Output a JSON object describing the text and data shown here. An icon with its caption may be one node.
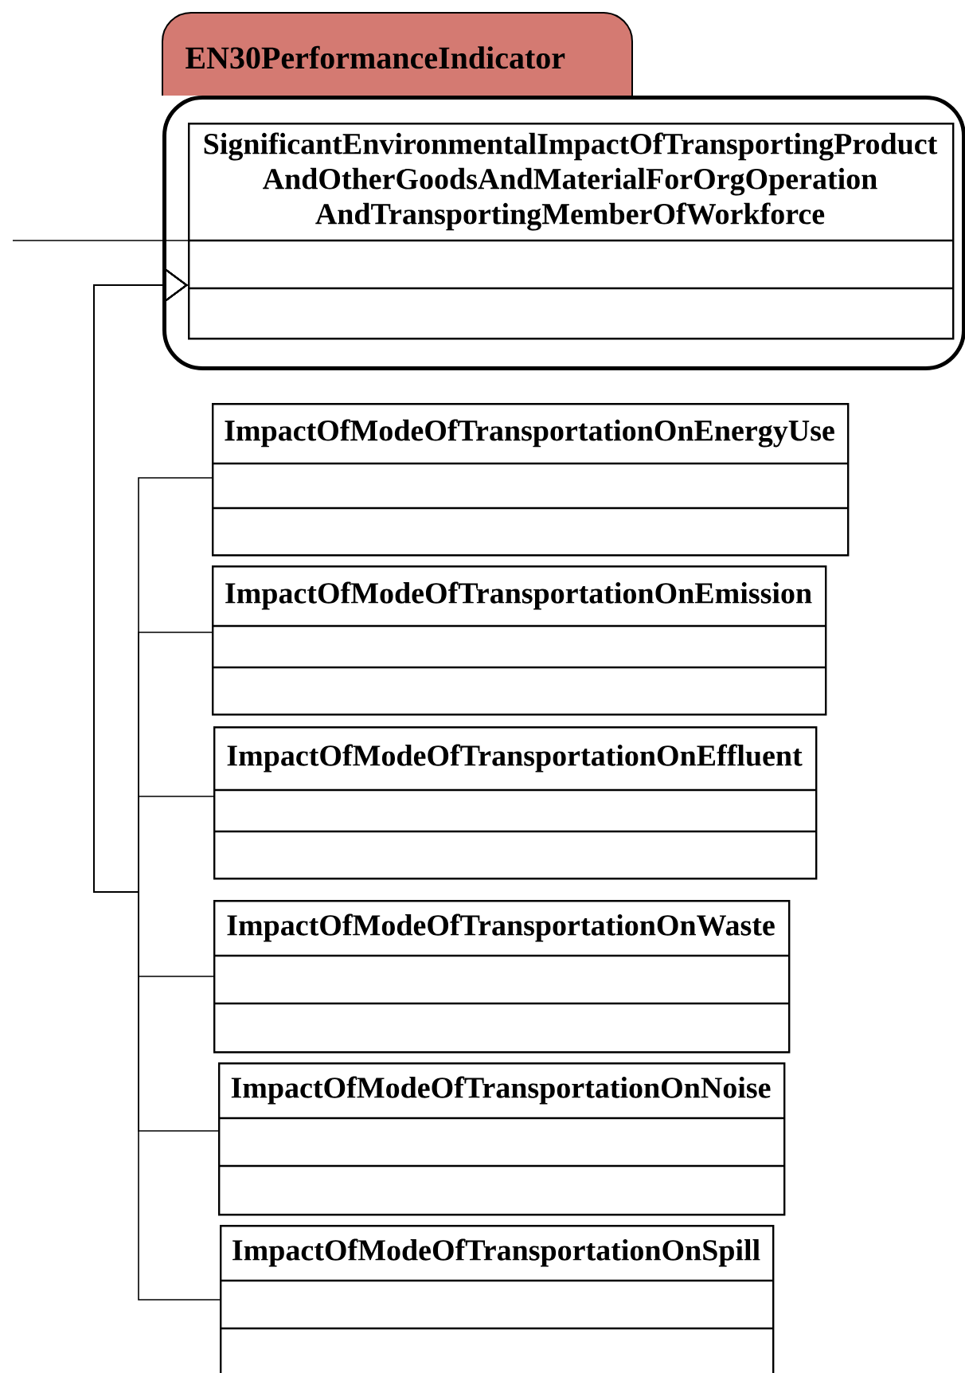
{
  "diagram": {
    "nodes": [
      {
        "text": [
          "EN30PerformanceIndicator"
        ]
      },
      {
        "text": [
          "SignificantEnvironmentalImpactOfTransportingProduct AndOtherGoodsAndMaterialForOrgOperation AndTransportingMemberOfWorkforce"
        ],
        "in": 0
      },
      {
        "text": [
          "ImpactOfModeOfTransportationOnEnergyUse"
        ]
      },
      {
        "text": [
          "ImpactOfModeOfTransportationOnEmission"
        ]
      },
      {
        "text": [
          "ImpactOfModeOfTransportationOnEffluent"
        ]
      },
      {
        "text": [
          "ImpactOfModeOfTransportationOnWaste"
        ]
      },
      {
        "text": [
          "ImpactOfModeOfTransportationOnNoise"
        ]
      },
      {
        "text": [
          "ImpactOfModeOfTransportationOnSpill"
        ]
      }
    ],
    "edges": [
      {
        "from": null,
        "to": 1,
        "arrow": "none"
      },
      {
        "from": 2,
        "to": 1,
        "arrow": "to"
      },
      {
        "from": 3,
        "to": 1,
        "arrow": "to"
      },
      {
        "from": 4,
        "to": 1,
        "arrow": "to"
      },
      {
        "from": 5,
        "to": 1,
        "arrow": "to"
      },
      {
        "from": 6,
        "to": 1,
        "arrow": "to"
      },
      {
        "from": 7,
        "to": 1,
        "arrow": "to"
      }
    ]
  }
}
